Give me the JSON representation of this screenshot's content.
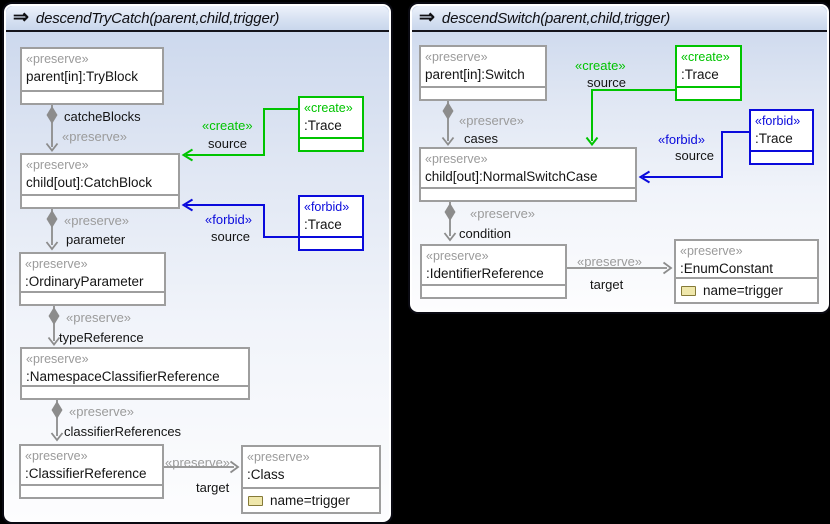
{
  "colors": {
    "preserve": "#9b9b9b",
    "create": "#00c400",
    "forbid": "#0a0adc",
    "node_border": "#9e9e9e",
    "edge": "#8c8c8c"
  },
  "left_panel": {
    "header_icon": "⇒",
    "title": "descendTryCatch(parent,child,trigger)",
    "nodes": {
      "parent": {
        "stereotype": "«preserve»",
        "name": "parent[in]:TryBlock"
      },
      "child": {
        "stereotype": "«preserve»",
        "name": "child[out]:CatchBlock"
      },
      "ordinary_parameter": {
        "stereotype": "«preserve»",
        "name": ":OrdinaryParameter"
      },
      "namespace_classifier_reference": {
        "stereotype": "«preserve»",
        "name": ":NamespaceClassifierReference"
      },
      "classifier_reference": {
        "stereotype": "«preserve»",
        "name": ":ClassifierReference"
      },
      "class": {
        "stereotype": "«preserve»",
        "name": ":Class",
        "attribute": "name=trigger"
      },
      "create_trace": {
        "stereotype": "«create»",
        "name": ":Trace"
      },
      "forbid_trace": {
        "stereotype": "«forbid»",
        "name": ":Trace"
      }
    },
    "edges": {
      "catche_blocks": {
        "name": "catcheBlocks",
        "stereotype": "«preserve»"
      },
      "parameter": {
        "stereotype": "«preserve»",
        "name": "parameter"
      },
      "type_reference": {
        "stereotype": "«preserve»",
        "name": "typeReference"
      },
      "classifier_references": {
        "stereotype": "«preserve»",
        "name": "classifierReferences"
      },
      "target": {
        "stereotype": "«preserve»",
        "name": "target"
      },
      "create_source": {
        "stereotype": "«create»",
        "name": "source"
      },
      "forbid_source": {
        "stereotype": "«forbid»",
        "name": "source"
      }
    }
  },
  "right_panel": {
    "header_icon": "⇒",
    "title": "descendSwitch(parent,child,trigger)",
    "nodes": {
      "parent": {
        "stereotype": "«preserve»",
        "name": "parent[in]:Switch"
      },
      "child": {
        "stereotype": "«preserve»",
        "name": "child[out]:NormalSwitchCase"
      },
      "identifier_reference": {
        "stereotype": "«preserve»",
        "name": ":IdentifierReference"
      },
      "enum_constant": {
        "stereotype": "«preserve»",
        "name": ":EnumConstant",
        "attribute": "name=trigger"
      },
      "create_trace": {
        "stereotype": "«create»",
        "name": ":Trace"
      },
      "forbid_trace": {
        "stereotype": "«forbid»",
        "name": ":Trace"
      }
    },
    "edges": {
      "cases": {
        "stereotype": "«preserve»",
        "name": "cases"
      },
      "condition": {
        "stereotype": "«preserve»",
        "name": "condition"
      },
      "target": {
        "stereotype": "«preserve»",
        "name": "target"
      },
      "create_source": {
        "stereotype": "«create»",
        "name": "source"
      },
      "forbid_source": {
        "stereotype": "«forbid»",
        "name": "source"
      }
    }
  }
}
